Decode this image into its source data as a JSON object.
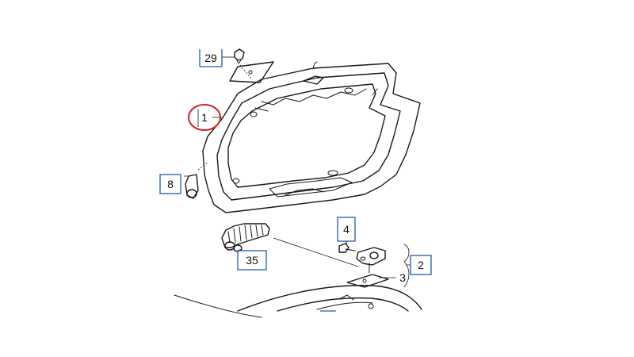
{
  "callouts": {
    "c29": "29",
    "c1": "1",
    "c8": "8",
    "c4": "4",
    "c35": "35",
    "c2": "2",
    "c3": "3"
  },
  "colors": {
    "line": "#1a1a1a",
    "callout_box": "#1f5fa8",
    "highlight": "#d42020",
    "background": "#ffffff"
  }
}
